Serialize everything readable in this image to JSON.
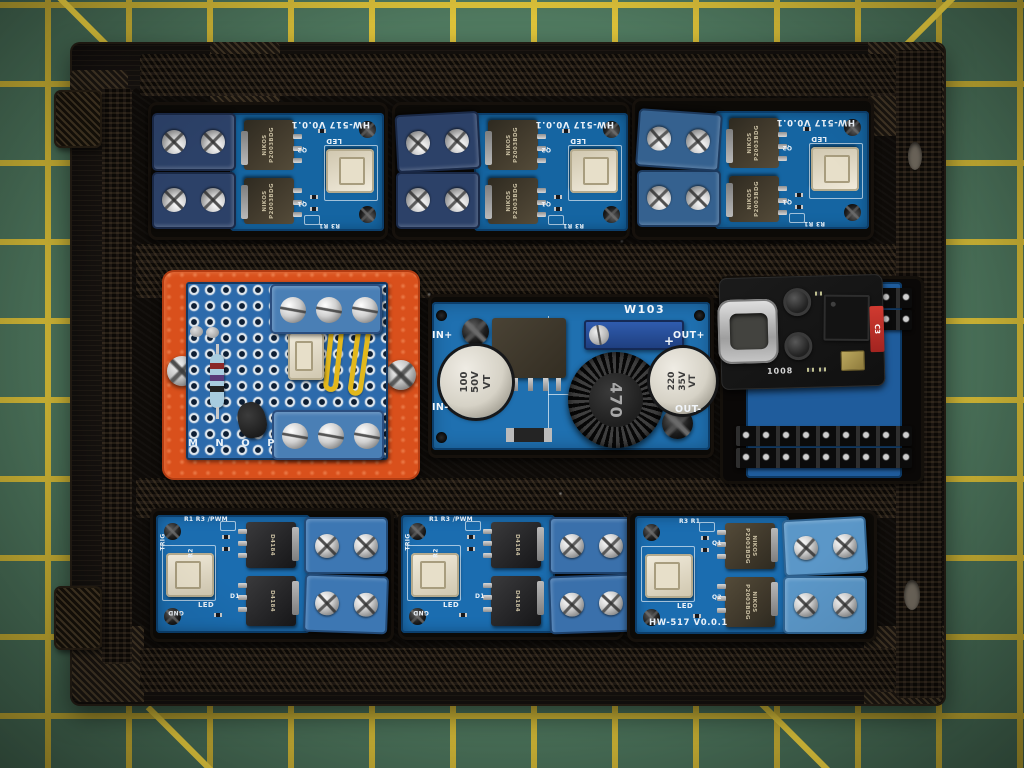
{
  "labels": {
    "hw517_version": "HW-517 V0.0.1",
    "led": "LED",
    "trig": "TRIG",
    "pwm": "R1 R3 /PWM",
    "r2": "R2",
    "gnd": "GND",
    "q1": "Q1",
    "q2": "Q2",
    "d1": "D1",
    "r3r1": "R3 R1",
    "mosfet_line1": "NIKOS",
    "mosfet_line2": "P2003BDG",
    "mosfet_alt": "D4184"
  },
  "buck": {
    "in_plus": "IN+",
    "in_minus": "IN-",
    "out_plus": "OUT+",
    "out_minus": "OUT-",
    "plus": "+",
    "trimmer_marking": "W103",
    "cap_in_l1": "100",
    "cap_in_l2": "50V",
    "cap_in_l3": "VT",
    "cap_out_l1": "220",
    "cap_out_l2": "35V",
    "cap_out_l3": "VT",
    "inductor_marking": "470"
  },
  "proto": {
    "row_letters": "M N O P"
  },
  "mcu": {
    "board_marking": "1008",
    "antenna_marking": "C3"
  },
  "colors": {
    "mat_green": "#507a60",
    "grid_yellow": "#e0c63c",
    "pcb_blue": "#1f70b0",
    "carrier_orange": "#d9501c",
    "wire_yellow": "#e2b81c",
    "antenna_red": "#c13026"
  }
}
